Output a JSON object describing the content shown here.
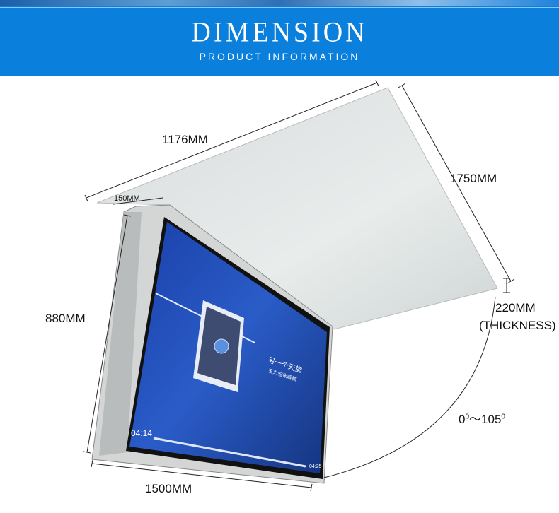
{
  "header": {
    "title": "DIMENSION",
    "subtitle": "PRODUCT INFORMATION"
  },
  "dimensions": {
    "panel_width": "1176MM",
    "panel_length": "1750MM",
    "frame_depth": "150MM",
    "screen_height": "880MM",
    "screen_width": "1500MM",
    "thickness_value": "220MM",
    "thickness_label": "(THICKNESS)",
    "rotation_start": "0",
    "rotation_separator": "～",
    "rotation_end": "105",
    "degree_symbol": "0"
  },
  "screen": {
    "elapsed": "04:14",
    "total": "04:25",
    "song_title": "另一个天堂",
    "artist": "王力宏张靓颖",
    "progress": 0.96
  },
  "colors": {
    "banner": "#0a7fdc",
    "screen": "#1f4fb8"
  }
}
